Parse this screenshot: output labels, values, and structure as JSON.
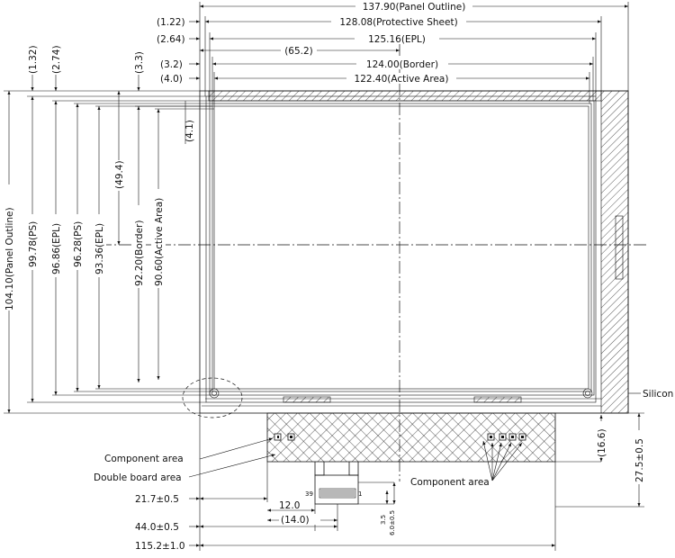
{
  "dims_top": {
    "panel_outline": "137.90(Panel Outline)",
    "protective_sheet": "128.08(Protective Sheet)",
    "epl": "125.16(EPL)",
    "center_offset": "(65.2)",
    "border": "124.00(Border)",
    "active_area": "122.40(Active Area)",
    "off_1_22": "(1.22)",
    "off_2_64": "(2.64)",
    "off_3_2": "(3.2)",
    "off_4_0": "(4.0)"
  },
  "dims_left": {
    "off_1_32": "(1.32)",
    "off_2_74": "(2.74)",
    "off_3_3": "(3.3)",
    "off_4_1": "(4.1)",
    "panel_outline": "104.10(Panel Outline)",
    "ps_99": "99.78(PS)",
    "epl_96": "96.86(EPL)",
    "ps_96": "96.28(PS)",
    "epl_93": "93.36(EPL)",
    "center_offset": "(49.4)",
    "border": "92.20(Border)",
    "active_area": "90.60(Active Area)"
  },
  "labels": {
    "silicon": "Silicon",
    "component_area_left": "Component area",
    "double_board_area": "Double board area",
    "component_area_right": "Component area"
  },
  "dims_bottom": {
    "d_21_7": "21.7±0.5",
    "d_12_0": "12.0",
    "d_14_0": "(14.0)",
    "d_44_0": "44.0±0.5",
    "d_115_2": "115.2±1.0",
    "d_3_5": "3.5",
    "d_6_0": "6.0±0.5",
    "pin_39": "39",
    "pin_1": "1"
  },
  "dims_right": {
    "d_16_6": "(16.6)",
    "d_27_5": "27.5±0.5"
  }
}
